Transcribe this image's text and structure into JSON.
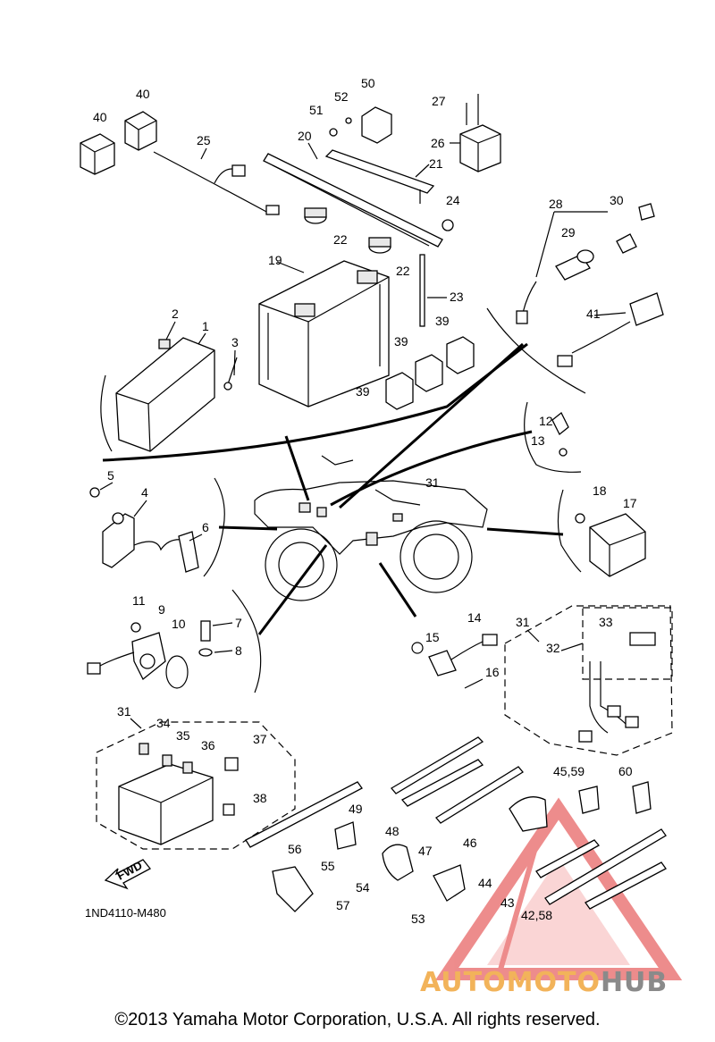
{
  "diagram": {
    "drawing_code": "1ND4110-M480",
    "fwd_label": "FWD",
    "copyright": "©2013 Yamaha Motor Corporation, U.S.A. All rights reserved.",
    "watermark": {
      "part1": "AUTOMOTO",
      "part2": "HUB",
      "color_accent": "#f2b35a",
      "color_text": "#8a8a8a",
      "triangle_color": "#e03030"
    },
    "callouts": {
      "c1": "1",
      "c2": "2",
      "c3": "3",
      "c4": "4",
      "c5": "5",
      "c6": "6",
      "c7": "7",
      "c8": "8",
      "c9": "9",
      "c10": "10",
      "c11": "11",
      "c12": "12",
      "c13": "13",
      "c14": "14",
      "c15": "15",
      "c16": "16",
      "c17": "17",
      "c18": "18",
      "c19": "19",
      "c20": "20",
      "c21": "21",
      "c22a": "22",
      "c22b": "22",
      "c23": "23",
      "c24": "24",
      "c25": "25",
      "c26": "26",
      "c27": "27",
      "c28": "28",
      "c29": "29",
      "c30": "30",
      "c31a": "31",
      "c31b": "31",
      "c31c": "31",
      "c32": "32",
      "c33": "33",
      "c34": "34",
      "c35": "35",
      "c36": "36",
      "c37": "37",
      "c38": "38",
      "c39a": "39",
      "c39b": "39",
      "c39c": "39",
      "c40a": "40",
      "c40b": "40",
      "c41": "41",
      "c42": "42,58",
      "c43": "43",
      "c44": "44",
      "c45": "45,59",
      "c46": "46",
      "c47": "47",
      "c48": "48",
      "c49": "49",
      "c50": "50",
      "c51": "51",
      "c52": "52",
      "c53": "53",
      "c54": "54",
      "c55": "55",
      "c56": "56",
      "c57": "57",
      "c60": "60"
    }
  }
}
